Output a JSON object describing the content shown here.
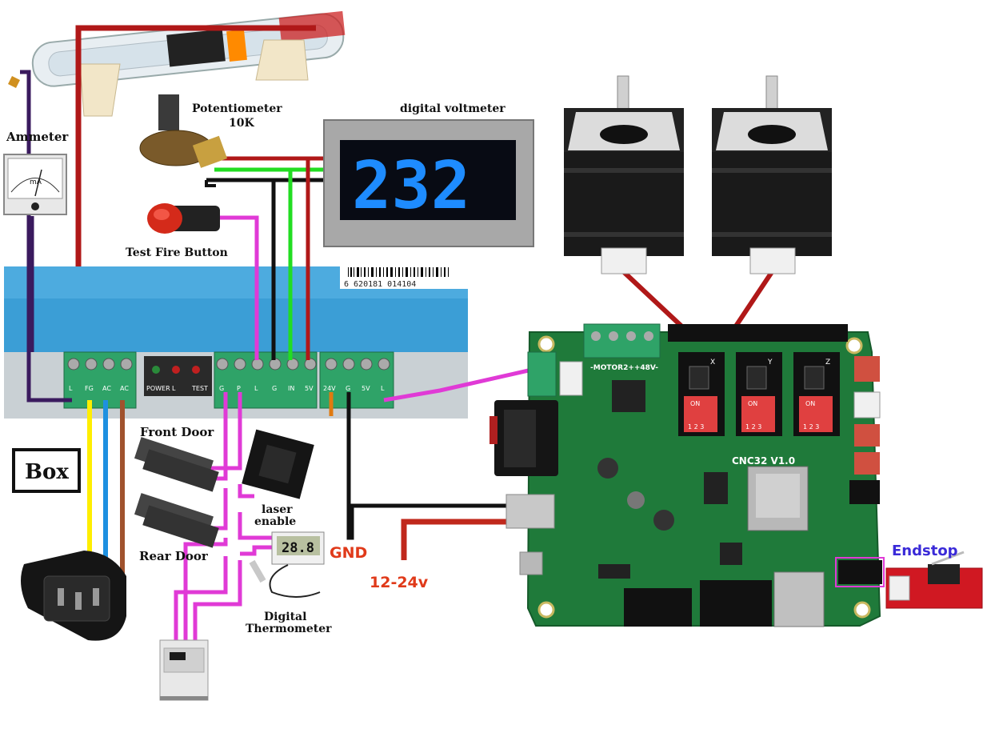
{
  "labels": {
    "ammeter": "Ammeter",
    "ammeter_unit": "mA",
    "potentiometer": "Potentiometer",
    "potentiometer_value": "10K",
    "voltmeter": "digital voltmeter",
    "voltmeter_reading": "232",
    "test_fire": "Test Fire Button",
    "front_door": "Front Door",
    "rear_door": "Rear Door",
    "laser_enable_1": "laser",
    "laser_enable_2": "enable",
    "thermometer_reading": "28.8",
    "thermometer_1": "Digital",
    "thermometer_2": "Thermometer",
    "box": "Box",
    "gnd": "GND",
    "voltage": "12-24v",
    "endstop": "Endstop",
    "board_name": "CNC32 V1.0",
    "motor2": "-MOTOR2++48V-",
    "barcode": "6 620181 014104"
  },
  "psu_left_pins": [
    "L",
    "FG",
    "AC",
    "AC"
  ],
  "psu_mid_pins": [
    "G",
    "P",
    "L",
    "G",
    "IN",
    "5V"
  ],
  "psu_right_pins": [
    "24V",
    "G",
    "5V",
    "L"
  ],
  "psu_indicators": [
    "POWER",
    "L",
    "TEST"
  ],
  "driver_labels": [
    "X",
    "Y",
    "Z"
  ],
  "dip_labels": [
    "ON",
    "1 2 3"
  ],
  "colors": {
    "wire_red": "#b01818",
    "wire_green": "#22dd22",
    "wire_magenta": "#e03ad6",
    "wire_black": "#111111",
    "wire_yellow": "#ffee00",
    "wire_blue": "#1e90e0",
    "wire_brown": "#a0522d",
    "wire_purple": "#3a1a5e",
    "wire_orange": "#e07a10",
    "label_red": "#e03a1a",
    "endstop_blue": "#3a2ad8",
    "display_blue": "#1e8cff",
    "pcb_green": "#1f7a3a",
    "psu_blue": "#3b9ed6",
    "terminal_green": "#2fa368"
  }
}
